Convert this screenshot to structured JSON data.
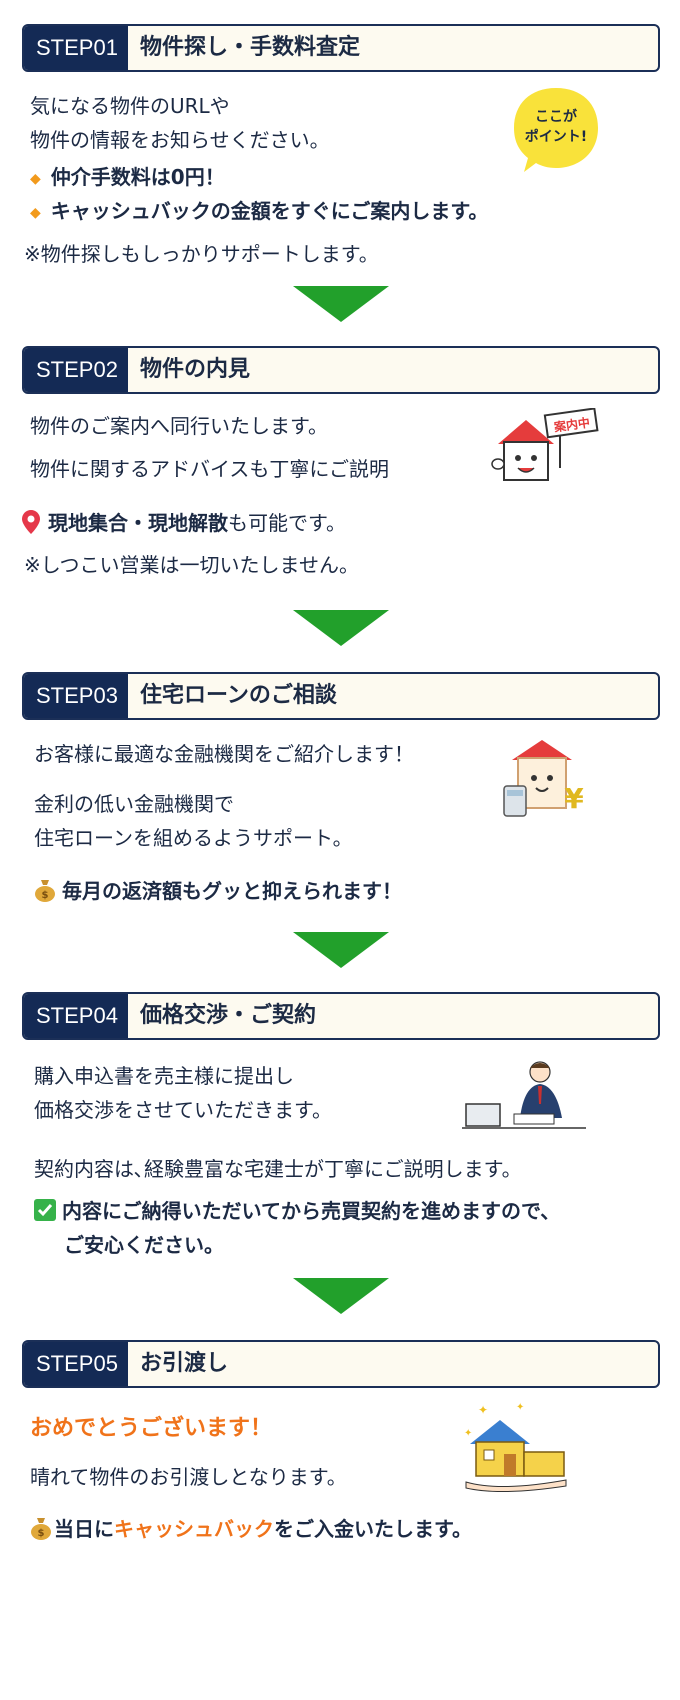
{
  "steps": [
    {
      "label": "STEP01",
      "title": "物件探し・手数料査定",
      "lines": [
        "気になる物件のURLや",
        "物件の情報をお知らせください。"
      ],
      "points": [
        "仲介手数料は0円！",
        "キャッシュバックの金額をすぐにご案内します。"
      ],
      "note": "※物件探しもしっかりサポートします。",
      "badge": [
        "ここが",
        "ポイント!"
      ]
    },
    {
      "label": "STEP02",
      "title": "物件の内見",
      "lines": [
        "物件のご案内へ同行いたします。",
        "物件に関するアドバイスも丁寧にご説明"
      ],
      "highlight_bold": "現地集合・現地解散",
      "highlight_rest": "も可能です。",
      "note": "※しつこい営業は一切いたしません。",
      "sign": "案内中"
    },
    {
      "label": "STEP03",
      "title": "住宅ローンのご相談",
      "lines": [
        "お客様に最適な金融機関をご紹介します！",
        "金利の低い金融機関で",
        "住宅ローンを組めるようサポート。"
      ],
      "highlight": "毎月の返済額もグッと抑えられます！"
    },
    {
      "label": "STEP04",
      "title": "価格交渉・ご契約",
      "lines": [
        "購入申込書を売主様に提出し",
        "価格交渉をさせていただきます。",
        "契約内容は､経験豊富な宅建士が丁寧にご説明します。"
      ],
      "highlight": [
        "内容にご納得いただいてから売買契約を進めますので、",
        "ご安心ください。"
      ]
    },
    {
      "label": "STEP05",
      "title": "お引渡し",
      "congrats": "おめでとうございます！",
      "lines": [
        "晴れて物件のお引渡しとなります。"
      ],
      "final_pre": "当日に",
      "final_orange": "キャッシュバック",
      "final_post": "をご入金いたします。"
    }
  ],
  "icons": {
    "bullet": "orange-diamond-icon",
    "pin": "location-pin-icon",
    "moneybag": "money-bag-icon",
    "check": "check-mark-icon"
  },
  "colors": {
    "navy": "#142a55",
    "header_bg": "#fdfaf0",
    "arrow": "#22a02b",
    "orange": "#f0731a",
    "badge": "#f9e23a"
  }
}
